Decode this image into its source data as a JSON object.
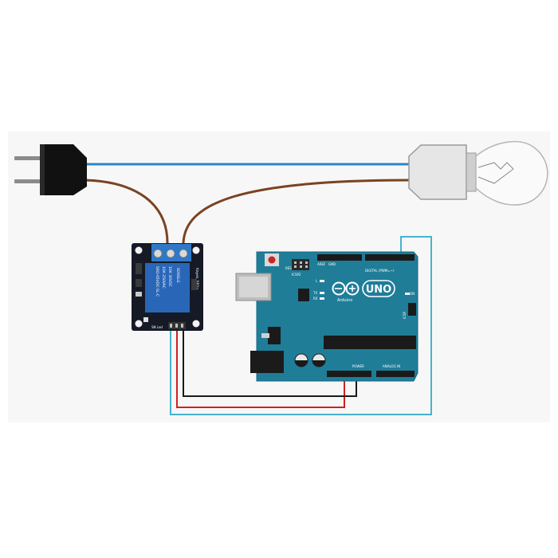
{
  "colors": {
    "background": "#ffffff",
    "panel": "#f7f7f7",
    "board": "#1f7d98",
    "board_edge": "#176a82",
    "relay_pcb": "#151a26",
    "relay_blue": "#2a66b8",
    "terminal_blue": "#2f78c8",
    "wire_blue": "#2f86c4",
    "wire_brown": "#7b4222",
    "wire_red": "#d22020",
    "wire_black": "#1a1a1a",
    "wire_cyan": "#45b3cf"
  },
  "arduino": {
    "logo_text": "UNO",
    "brand_text": "Arduino",
    "reset_label": "RESET",
    "icsp_label": "ICSP2",
    "digital_label": "DIGITAL (PWM=~)",
    "aref_label": "AREF",
    "gnd_label": "GND",
    "power_label": "POWER",
    "analog_label": "ANALOG IN",
    "on_label": "ON",
    "tx_label": "TX",
    "rx_label": "RX",
    "l_label": "L",
    "icsp_right_label": "ICSP"
  },
  "relay_module": {
    "brand_text": "Keyes_SR1y",
    "relay_text_1": "SRD-05VDC-SL-C",
    "relay_text_2": "10A 250VAC",
    "relay_text_3": "10A 30VDC",
    "brand_logo": "SONGLE",
    "led_label": "SN Led"
  },
  "icons": {
    "plug": "ac-plug-icon",
    "bulb": "light-bulb-icon"
  }
}
